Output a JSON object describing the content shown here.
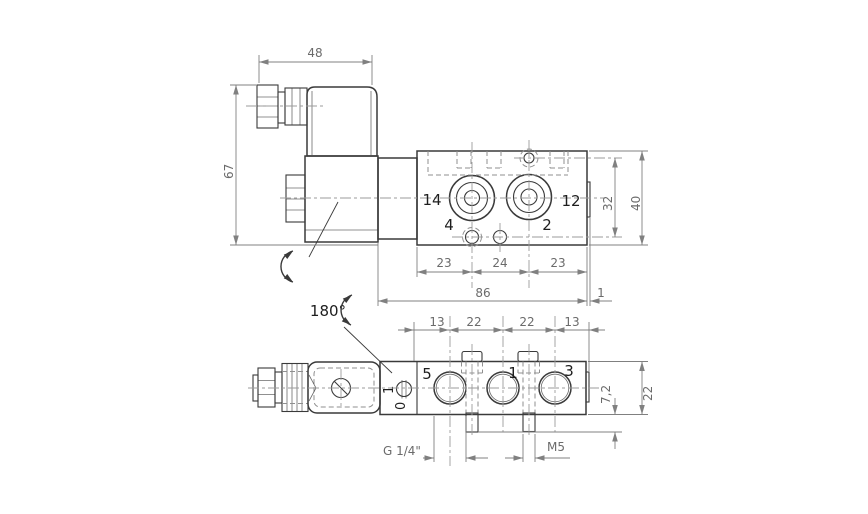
{
  "side_view": {
    "dim_top_width": "48",
    "dim_left_height": "67",
    "dim_pitch_left": "23",
    "dim_pitch_center": "24",
    "dim_pitch_right": "23",
    "dim_total_length": "86",
    "dim_end_plate": "1",
    "dim_port_span": "32",
    "dim_body_height": "40",
    "label_port_14": "14",
    "label_port_4": "4",
    "label_port_12": "12",
    "label_port_2": "2"
  },
  "plan_view": {
    "dim_seg_1": "13",
    "dim_seg_2": "22",
    "dim_seg_3": "22",
    "dim_seg_4": "13",
    "dim_screw_depth": "7,2",
    "dim_body_depth": "22",
    "label_rotation": "180°",
    "label_override_on": "1",
    "label_override_off": "0",
    "label_port_5": "5",
    "label_port_1": "1",
    "label_port_3": "3",
    "label_thread_ports": "G 1/4\"",
    "label_thread_screws": "M5"
  },
  "colors": {
    "background": "#ffffff",
    "outline": "#3a3a3a",
    "hidden_line": "#8f8f8f",
    "centerline": "#9b9b9b",
    "dim_line": "#808080",
    "dim_text": "#6b6b6b",
    "label_text": "#1e1e1e"
  }
}
